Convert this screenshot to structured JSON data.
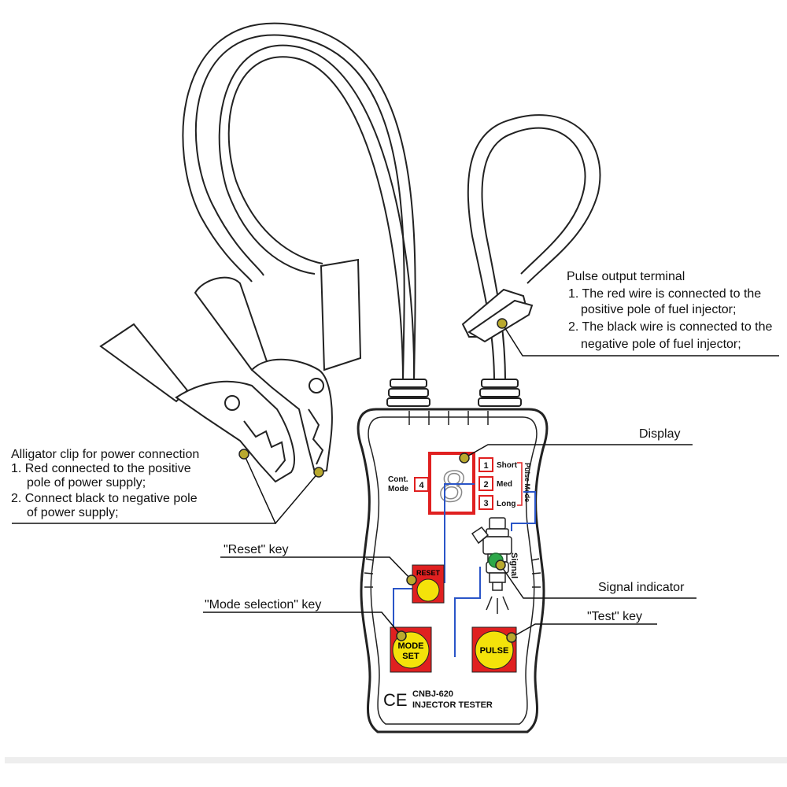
{
  "device": {
    "model": "CNBJ-620",
    "name": "INJECTOR TESTER",
    "ce_mark": "CE"
  },
  "panel": {
    "display_digit": "8",
    "cont_mode_label_1": "Cont.",
    "cont_mode_label_2": "Mode",
    "cont_mode_num": "4",
    "modes": [
      {
        "num": "1",
        "label": "Short"
      },
      {
        "num": "2",
        "label": "Med"
      },
      {
        "num": "3",
        "label": "Long"
      }
    ],
    "pulse_mode_label": "Pulse Mode",
    "signal_label": "Signal",
    "buttons": {
      "reset": "RESET",
      "mode_line1": "MODE",
      "mode_line2": "SET",
      "pulse": "PULSE"
    }
  },
  "callouts": {
    "pulse_output": {
      "title": "Pulse output terminal",
      "line1a": "1. The red wire is connected to the",
      "line1b": "positive pole of fuel injector;",
      "line2a": "2. The black wire is connected to the",
      "line2b": "negative pole of fuel injector;"
    },
    "alligator": {
      "title": "Alligator clip for power connection",
      "line1a": "1. Red connected to the positive",
      "line1b": "pole of power supply;",
      "line2a": "2. Connect black to negative pole",
      "line2b": "of power supply;"
    },
    "display": "Display",
    "reset_key": "\"Reset\" key",
    "mode_key": "\"Mode selection\" key",
    "signal_indicator": "Signal indicator",
    "test_key": "\"Test\" key"
  },
  "colors": {
    "red": "#e02020",
    "yellow": "#f4e20a",
    "blue": "#2a55c8",
    "green": "#2ea84a",
    "olive_dot": "#b9a92e"
  }
}
